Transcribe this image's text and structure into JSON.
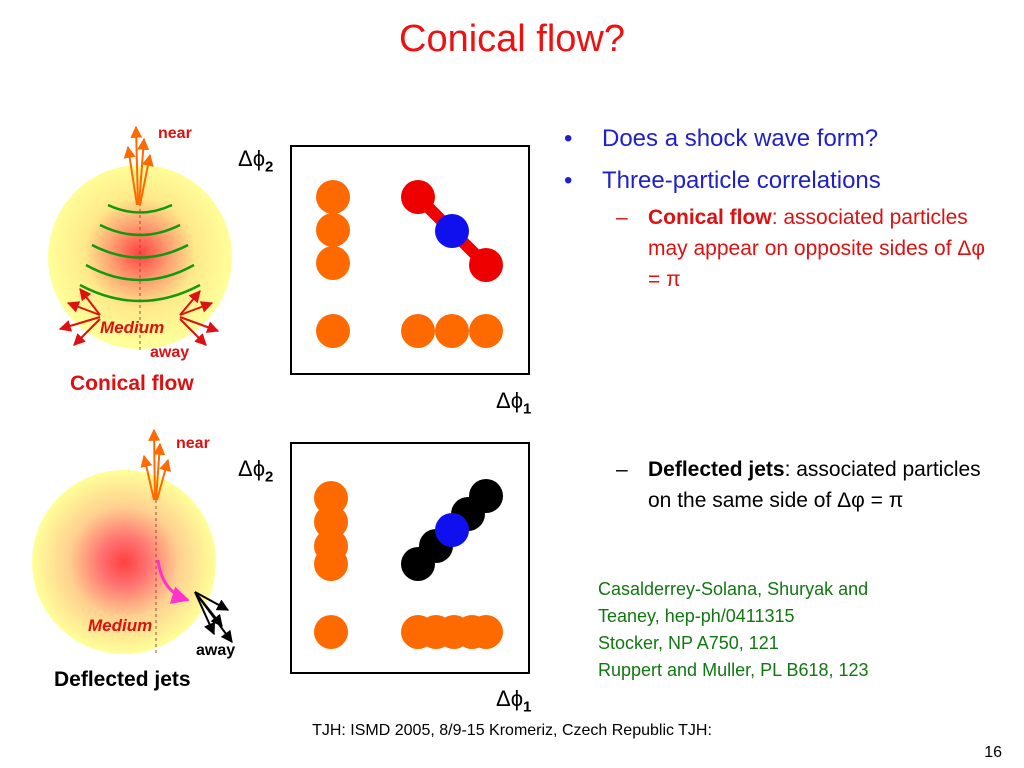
{
  "title": "Conical flow?",
  "bullets": [
    {
      "text": "Does a shock wave form?"
    },
    {
      "text": "Three-particle correlations"
    }
  ],
  "conical_point": {
    "term": "Conical flow",
    "text": ":  associated particles may appear on opposite sides of Δφ = π"
  },
  "deflected_point": {
    "term": "Deflected jets",
    "text": ":  associated particles on the same side of Δφ = π"
  },
  "references": [
    "Casalderrey-Solana, Shuryak and",
    "Teaney, hep-ph/0411315",
    "Stocker, NP A750, 121",
    "Ruppert and Muller, PL B618, 123"
  ],
  "footer": "TJH: ISMD 2005, 8/9-15 Kromeriz, Czech Republic TJH:",
  "page_number": "16",
  "diagram_top": {
    "near_label": "near",
    "away_label": "away",
    "medium_label": "Medium",
    "caption": "Conical flow"
  },
  "diagram_bottom": {
    "near_label": "near",
    "away_label": "away",
    "medium_label": "Medium",
    "caption": "Deflected jets"
  },
  "plot_top": {
    "ylabel": "Δϕ",
    "ylabel_sub": "2",
    "xlabel": "Δϕ",
    "xlabel_sub": "1"
  },
  "plot_bottom": {
    "ylabel": "Δϕ",
    "ylabel_sub": "2",
    "xlabel": "Δϕ",
    "xlabel_sub": "1"
  },
  "colors": {
    "title": "#ee1111",
    "bullet_text": "#1f1fcc",
    "highlight": "#dd1111",
    "reference_text": "#117711",
    "dot_orange": "#ff6a00",
    "dot_red": "#ee0000",
    "dot_blue": "#1010ee",
    "dot_black": "#000000"
  }
}
